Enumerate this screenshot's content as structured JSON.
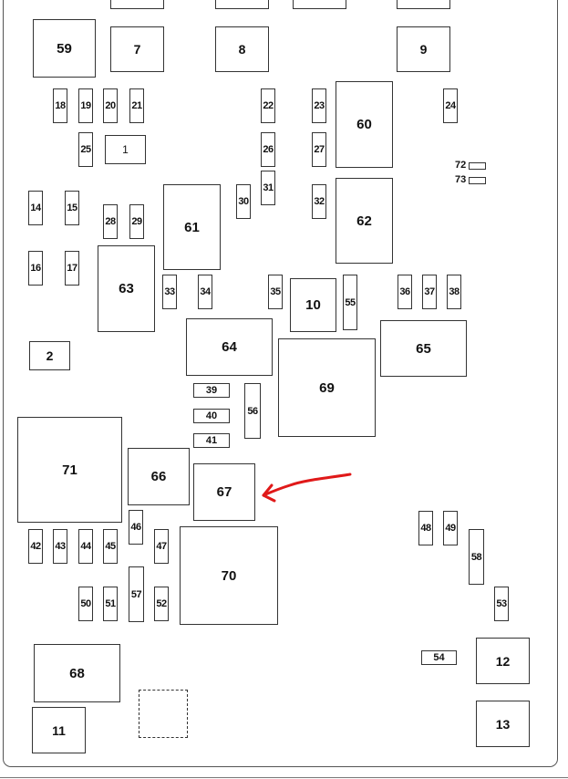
{
  "diagram": {
    "boxes": {
      "b59": "59",
      "b7": "7",
      "b8": "8",
      "b9": "9",
      "b18": "18",
      "b19": "19",
      "b20": "20",
      "b21": "21",
      "b22": "22",
      "b23": "23",
      "b24": "24",
      "b60": "60",
      "b25": "25",
      "b1": "1",
      "b26": "26",
      "b27": "27",
      "b31": "31",
      "b30": "30",
      "b32": "32",
      "b62": "62",
      "b14": "14",
      "b15": "15",
      "b28": "28",
      "b29": "29",
      "b61": "61",
      "b16": "16",
      "b17": "17",
      "b63": "63",
      "b33": "33",
      "b34": "34",
      "b35": "35",
      "b10": "10",
      "b55": "55",
      "b36": "36",
      "b37": "37",
      "b38": "38",
      "b2": "2",
      "b64": "64",
      "b69": "69",
      "b65": "65",
      "b39": "39",
      "b40": "40",
      "b41": "41",
      "b56": "56",
      "b71": "71",
      "b66": "66",
      "b67": "67",
      "b46": "46",
      "b42": "42",
      "b43": "43",
      "b44": "44",
      "b45": "45",
      "b47": "47",
      "b70": "70",
      "b48": "48",
      "b49": "49",
      "b58": "58",
      "b50": "50",
      "b51": "51",
      "b57": "57",
      "b52": "52",
      "b53": "53",
      "b54": "54",
      "b12": "12",
      "b68": "68",
      "b11": "11",
      "b13": "13"
    },
    "small_labels": {
      "b72": "72",
      "b73": "73"
    },
    "highlighted": "67",
    "arrow_color": "#e01919"
  }
}
